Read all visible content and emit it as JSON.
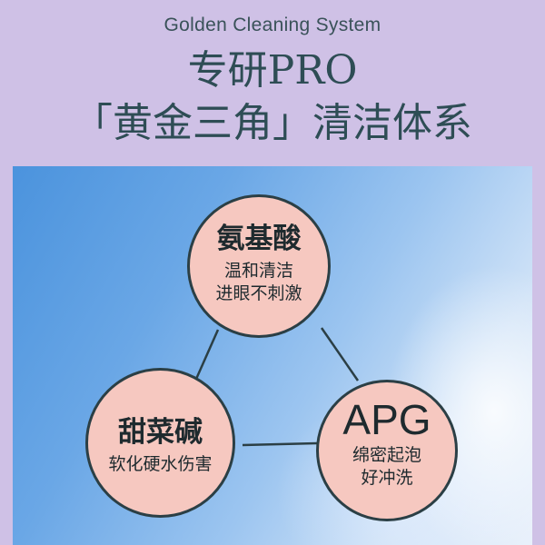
{
  "header": {
    "subtitle": "Golden Cleaning System",
    "title_line1": "专研PRO",
    "title_line2": "「黄金三角」清洁体系"
  },
  "nodes": [
    {
      "title": "氨基酸",
      "desc_line1": "温和清洁",
      "desc_line2": "进眼不刺激"
    },
    {
      "title": "甜菜碱",
      "desc_line1": "软化硬水伤害",
      "desc_line2": ""
    },
    {
      "title": "APG",
      "desc_line1": "绵密起泡",
      "desc_line2": "好冲洗"
    }
  ],
  "colors": {
    "background": "#cfc1e6",
    "circle_fill": "#f6c8c0",
    "outline": "#2b3f45",
    "title_text": "#2e4d55"
  }
}
